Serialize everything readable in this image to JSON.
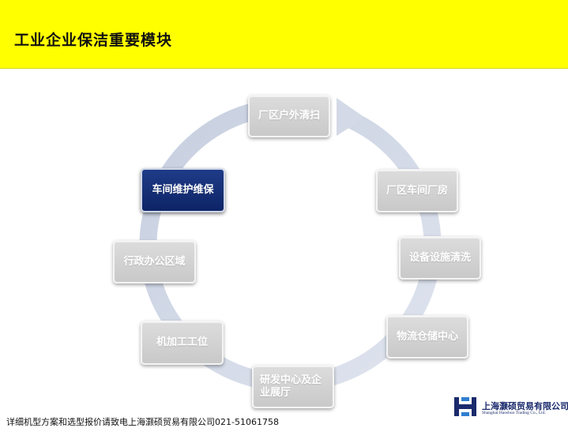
{
  "header": {
    "title": "工业企业保洁重要模块"
  },
  "cycle": {
    "nodes": [
      {
        "label": "厂区户外清扫",
        "active": false
      },
      {
        "label": "厂区车间厂房",
        "active": false
      },
      {
        "label": "设备设施清洗",
        "active": false
      },
      {
        "label": "物流仓储中心",
        "active": false
      },
      {
        "label": "研发中心及企业展厅",
        "active": false
      },
      {
        "label": "机加工工位",
        "active": false
      },
      {
        "label": "行政办公区域",
        "active": false
      },
      {
        "label": "车间维护维保",
        "active": true
      }
    ],
    "colors": {
      "active": "#0d2466",
      "inactive": "#c9c9c9",
      "arrow": "#d3d9e6"
    }
  },
  "footer": {
    "text": "详细机型方案和选型报价请致电上海灏硕贸易有限公司021-51061758"
  },
  "logo": {
    "name_cn": "上海灏硕贸易有限公司",
    "name_en": "Shanghai Haoshuo Trading Co., Ltd."
  }
}
